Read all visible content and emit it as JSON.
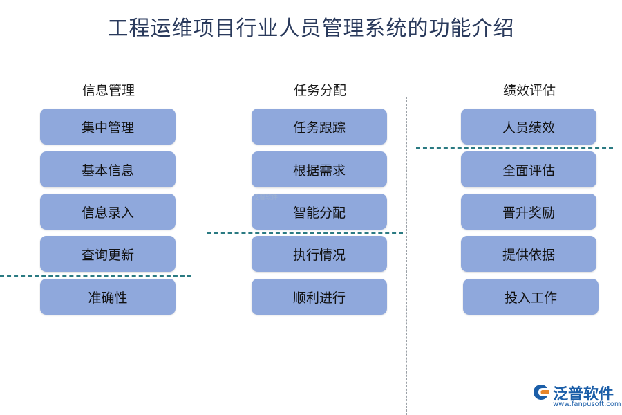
{
  "title": "工程运维项目行业人员管理系统的功能介绍",
  "columns": [
    {
      "heading": "信息管理",
      "items": [
        "集中管理",
        "基本信息",
        "信息录入",
        "查询更新",
        "准确性"
      ]
    },
    {
      "heading": "任务分配",
      "items": [
        "任务跟踪",
        "根据需求",
        "智能分配",
        "执行情况",
        "顺利进行"
      ]
    },
    {
      "heading": "绩效评估",
      "items": [
        "人员绩效",
        "全面评估",
        "晋升奖励",
        "提供依据",
        "投入工作"
      ]
    }
  ],
  "logo": {
    "name": "泛普软件",
    "url": "www.fanpusoft.com",
    "watermark": "泛普软件"
  },
  "colors": {
    "box": "#8fa8dc",
    "title": "#2a3a5c",
    "divider": "#2a7a82",
    "brand": "#1b5ea8"
  }
}
